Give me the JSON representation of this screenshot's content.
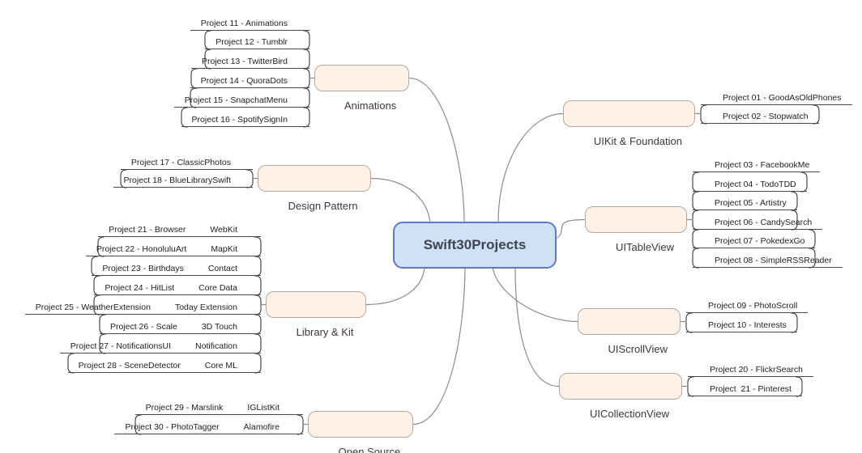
{
  "diagram": {
    "center": {
      "label": "Swift30Projects"
    },
    "colors": {
      "center_fill": "#cfe1f7",
      "center_border": "#5b7cc3",
      "branch_fill": "#fdf1e8",
      "branch_border": "#b5a79c",
      "line": "#4a4a4a",
      "curve": "#8c8c8c"
    },
    "branches": [
      {
        "id": "animations",
        "label": "Animations",
        "items": [
          {
            "label": "Project 11 - Animations"
          },
          {
            "label": "Project 12 - Tumblr"
          },
          {
            "label": "Project 13 - TwitterBird"
          },
          {
            "label": "Project 14 - QuoraDots"
          },
          {
            "label": "Project 15 - SnapchatMenu"
          },
          {
            "label": "Project 16 - SpotifySignIn"
          }
        ]
      },
      {
        "id": "design-pattern",
        "label": "Design Pattern",
        "items": [
          {
            "label": "Project 17 - ClassicPhotos"
          },
          {
            "label": "Project 18 - BlueLibrarySwift"
          }
        ]
      },
      {
        "id": "library-kit",
        "label": "Library & Kit",
        "items": [
          {
            "label": "Project 21 - Browser",
            "kit": "WebKit"
          },
          {
            "label": "Project 22 - HonoluluArt",
            "kit": "MapKit"
          },
          {
            "label": "Project 23 - Birthdays",
            "kit": "Contact"
          },
          {
            "label": "Project 24 - HitList",
            "kit": "Core Data"
          },
          {
            "label": "Project 25 - WeatherExtension",
            "kit": "Today Extension"
          },
          {
            "label": "Project 26 - Scale",
            "kit": "3D Touch"
          },
          {
            "label": "Project 27 - NotificationsUI",
            "kit": "Notification"
          },
          {
            "label": "Project 28 - SceneDetector",
            "kit": "Core ML"
          }
        ]
      },
      {
        "id": "open-source",
        "label": "Open Source",
        "items": [
          {
            "label": "Project 29 - Marslink",
            "kit": "IGListKit"
          },
          {
            "label": "Project 30 - PhotoTagger",
            "kit": "Alamofire"
          }
        ]
      },
      {
        "id": "uikit-foundation",
        "label": "UIKit & Foundation",
        "items": [
          {
            "label": "Project 01 - GoodAsOldPhones"
          },
          {
            "label": "Project 02 - Stopwatch"
          }
        ]
      },
      {
        "id": "uitableview",
        "label": "UITableView",
        "items": [
          {
            "label": "Project 03 - FacebookMe"
          },
          {
            "label": "Project 04 - TodoTDD"
          },
          {
            "label": "Project 05 - Artistry"
          },
          {
            "label": "Project 06 - CandySearch"
          },
          {
            "label": "Project 07 - PokedexGo"
          },
          {
            "label": "Project 08 - SimpleRSSReader"
          }
        ]
      },
      {
        "id": "uiscrollview",
        "label": "UIScrollView",
        "items": [
          {
            "label": "Project 09 - PhotoScroll"
          },
          {
            "label": "Project 10 - Interests"
          }
        ]
      },
      {
        "id": "uicollectionview",
        "label": "UICollectionView",
        "items": [
          {
            "label": "Project 20 - FlickrSearch"
          },
          {
            "label": "Project  21 - Pinterest"
          }
        ]
      }
    ]
  }
}
